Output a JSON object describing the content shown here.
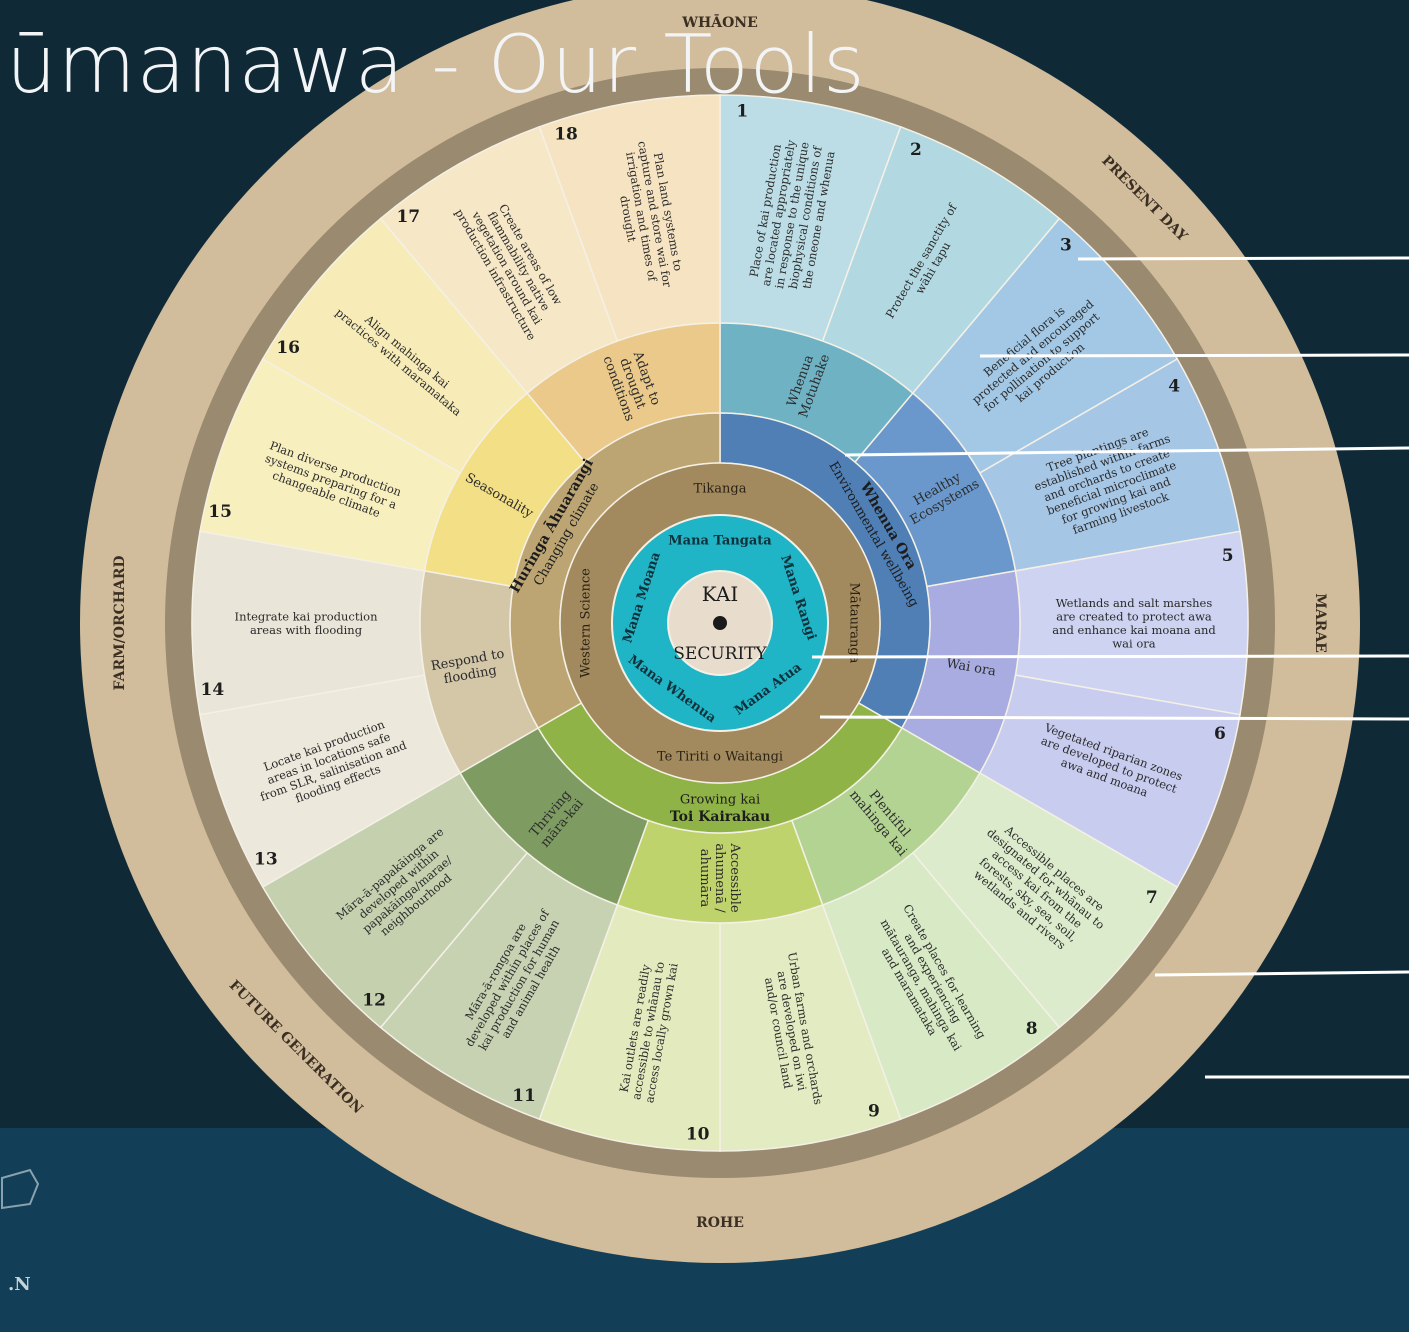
{
  "slide": {
    "title": "ūmanawa - Our Tools"
  },
  "outer_ring": [
    "WHĀONE",
    "PRESENT DAY",
    "MARAE",
    "ROHE",
    "FUTURE GENERATION",
    "FARM/ORCHARD"
  ],
  "center": {
    "line1": "KAI",
    "line2": "SECURITY"
  },
  "mana": [
    "Mana Tangata",
    "Mana Rangi",
    "Mana Atua",
    "Mana Whenua",
    "Mana Moana"
  ],
  "knowledge": [
    "Tikanga",
    "Mātauranga",
    "Te Tiriti o Waitangi",
    "Western Science"
  ],
  "pillars": [
    {
      "title": "Whenua Ora",
      "subtitle": "Environmental wellbeing",
      "color": "#4f7fb5"
    },
    {
      "title": "Toi Kairakau",
      "subtitle": "Growing kai",
      "color": "#8fb346"
    },
    {
      "title": "Huringa Āhuarangi",
      "subtitle": "Changing climate",
      "color": "#bca572"
    }
  ],
  "themes": [
    {
      "label": "Whenua Motuhake",
      "color": "#6eb2c4"
    },
    {
      "label": "Healthy Ecosystems",
      "color": "#6a98cc"
    },
    {
      "label": "Wai ora",
      "color": "#a8ace0"
    },
    {
      "label": "Plentiful mahinga kai",
      "color": "#b3d393"
    },
    {
      "label": "Accessible ahumenā / ahumāra",
      "color": "#bfd36d"
    },
    {
      "label": "Thriving māra-kai",
      "color": "#7e9c62"
    },
    {
      "label": "Respond to flooding",
      "color": "#d3c7a8"
    },
    {
      "label": "Seasonality",
      "color": "#f3df86"
    },
    {
      "label": "Adapt to drought conditions",
      "color": "#ebc98a"
    }
  ],
  "tools": [
    {
      "num": "1",
      "text": "Place of kai production are located appropriately in response to the unique biophysical conditions of the oneone and whenua",
      "color": "#bcdde6"
    },
    {
      "num": "2",
      "text": "Protect the sanctity of wāhi tapu",
      "color": "#b2d9e2"
    },
    {
      "num": "3",
      "text": "Beneficial flora is protected and encouraged for pollination to support kai production",
      "color": "#a3c8e5"
    },
    {
      "num": "4",
      "text": "Tree plantings are established within farms and orchards to create beneficial microclimate for growing kai and farming livestock",
      "color": "#a6c6e6"
    },
    {
      "num": "5",
      "text": "Wetlands and salt marshes are created to protect awa and enhance kai moana and wai ora",
      "color": "#cdd3f0"
    },
    {
      "num": "6",
      "text": "Vegetated riparian zones are developed to protect awa and moana",
      "color": "#c8ccef"
    },
    {
      "num": "7",
      "text": "Accessible places are designated for whānau to access kai from the forests, sky, sea, soil, wetlands and rivers",
      "color": "#dbebcb"
    },
    {
      "num": "8",
      "text": "Create places for learning and experiencing mātauranga, mahinga kai and maramataka",
      "color": "#d7eac5"
    },
    {
      "num": "9",
      "text": "Urban farms and orchards are developed on iwi and/or council land",
      "color": "#e2ebc1"
    },
    {
      "num": "10",
      "text": "Kai outlets are readily accessible to whānau to access locally grown kai",
      "color": "#e3ebbe"
    },
    {
      "num": "11",
      "text": "Māra-ā-rongoa are developed within places of kai production for human and animal health",
      "color": "#c7d2b3"
    },
    {
      "num": "12",
      "text": "Māra-ā-papakāinga are developed within papakāinga/marae/ neighbourhood",
      "color": "#c4d0ae"
    },
    {
      "num": "13",
      "text": "Locate kai production areas in locations safe from SLR, salinisation and flooding effects",
      "color": "#ece8dc"
    },
    {
      "num": "14",
      "text": "Integrate kai production areas with flooding",
      "color": "#e9e5d8"
    },
    {
      "num": "15",
      "text": "Plan diverse production systems preparing for a changeable climate",
      "color": "#f8efbf"
    },
    {
      "num": "16",
      "text": "Align mahinga kai practices with maramataka",
      "color": "#f7ecb8"
    },
    {
      "num": "17",
      "text": "Create areas of low flammability native vegetation around kai production infrastructure",
      "color": "#f6e7c6"
    },
    {
      "num": "18",
      "text": "Plan land systems to capture and store wai for irrigation and times of drought",
      "color": "#f6e3c2"
    }
  ]
}
